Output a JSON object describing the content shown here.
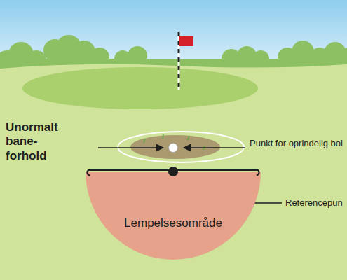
{
  "diagram": {
    "nodes": [
      {
        "text": [
          "Lempelsesområde"
        ]
      }
    ],
    "labels": [
      "Unormalt bane- forhold",
      "Punkt for oprindelig bol",
      "Referencepun"
    ]
  }
}
